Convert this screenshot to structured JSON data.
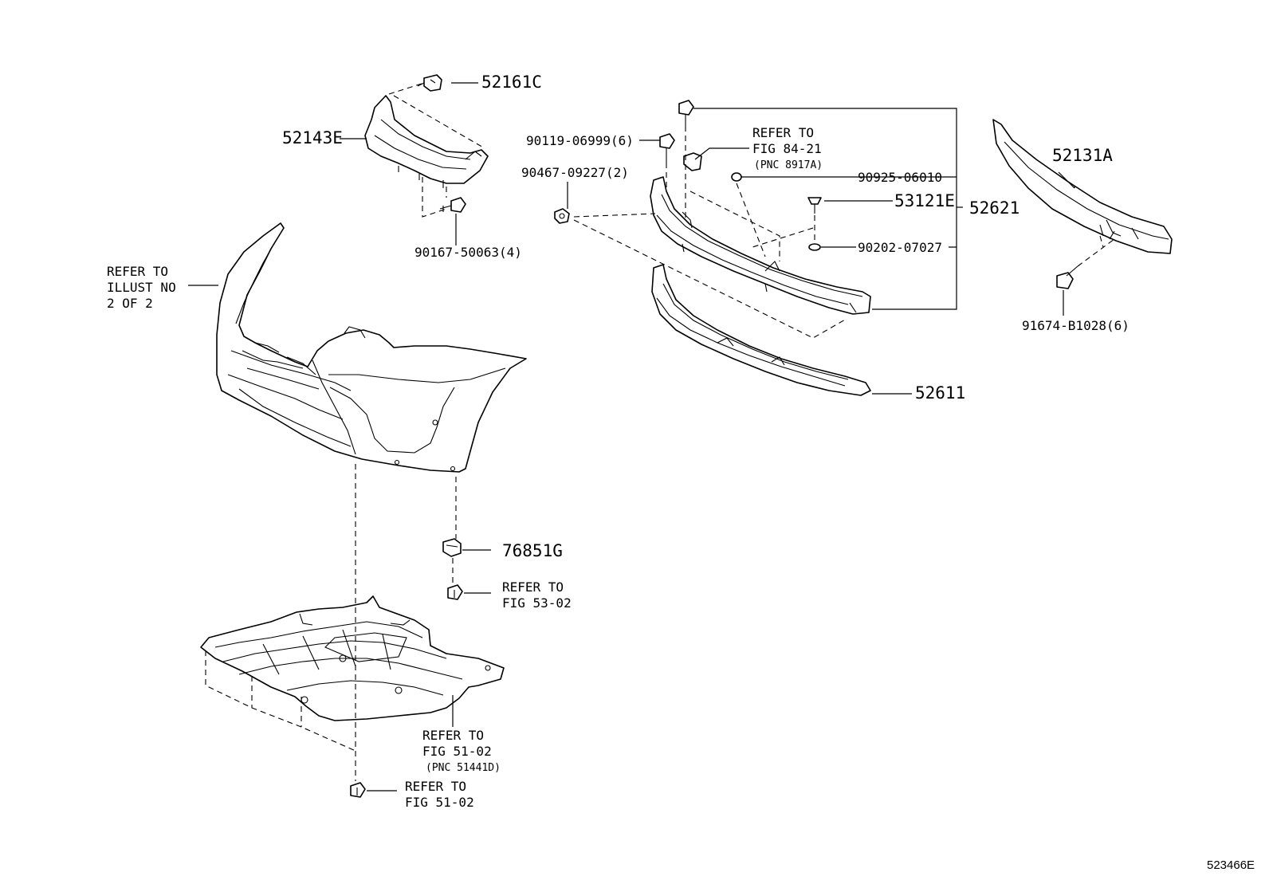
{
  "labels": {
    "p52161C": "52161C",
    "p52143E": "52143E",
    "p90167": "90167-50063(4)",
    "p90119": "90119-06999(6)",
    "p90467": "90467-09227(2)",
    "ref8421_a": "REFER TO",
    "ref8421_b": "FIG 84-21",
    "ref8421_c": "(PNC 8917A)",
    "p90925": "90925-06010",
    "p53121E": "53121E",
    "p52621": "52621",
    "p90202": "90202-07027",
    "p52611": "52611",
    "p52131A": "52131A",
    "p91674": "91674-B1028(6)",
    "refIllust_a": "REFER TO",
    "refIllust_b": "ILLUST NO",
    "refIllust_c": "2 OF 2",
    "p76851G": "76851G",
    "ref5302_a": "REFER TO",
    "ref5302_b": "FIG 53-02",
    "ref5102_a": "REFER TO",
    "ref5102_b": "FIG 51-02",
    "ref5102_c": "(PNC 51441D)",
    "ref5102b_a": "REFER TO",
    "ref5102b_b": "FIG 51-02",
    "code": "523466E"
  }
}
